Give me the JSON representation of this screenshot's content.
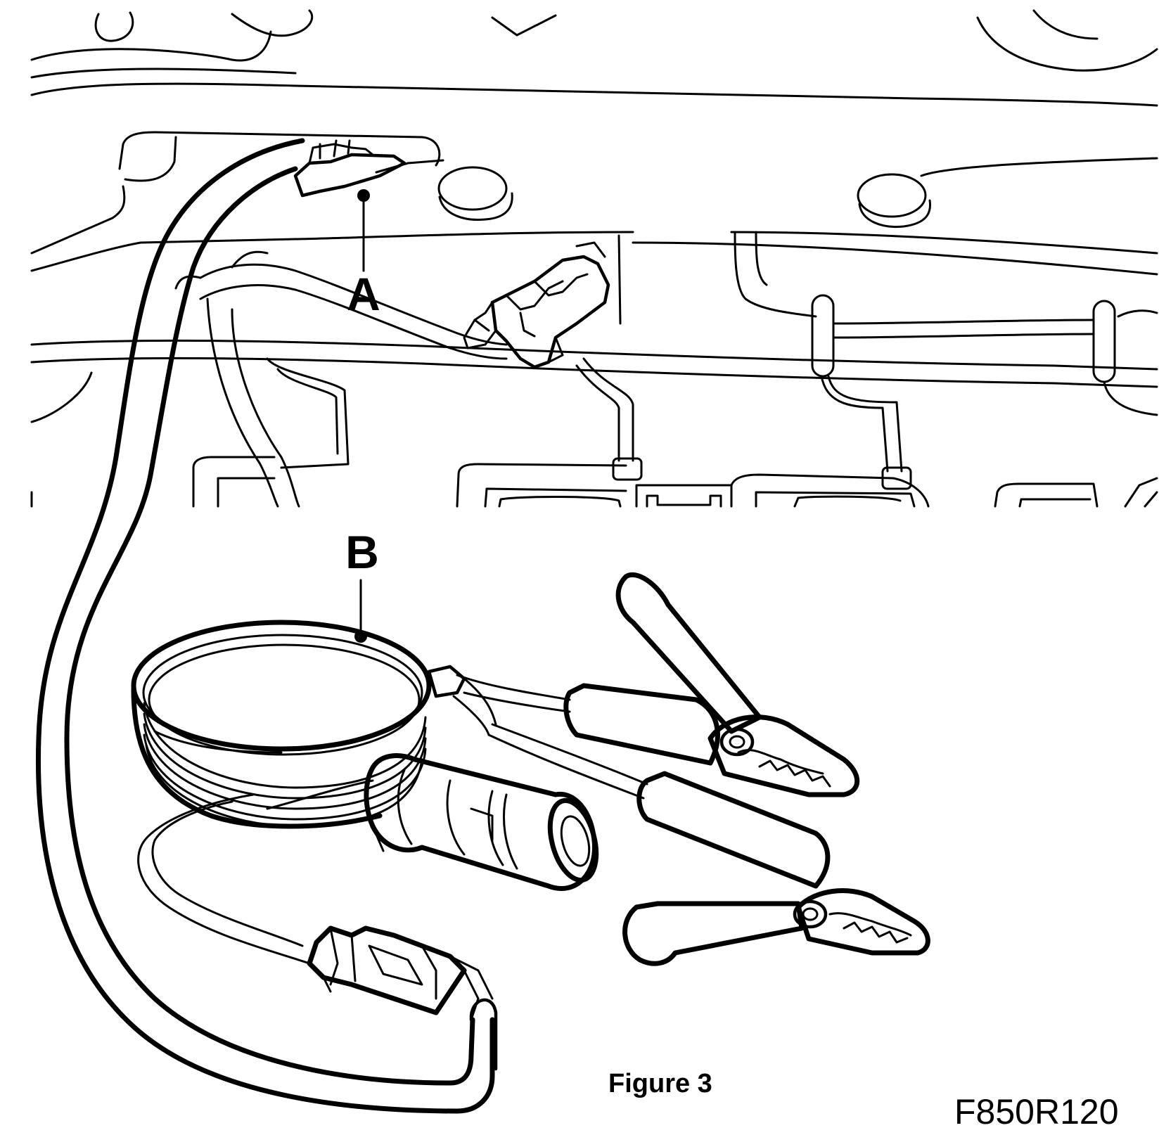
{
  "figure": {
    "caption": "Figure 3",
    "code": "F850R120"
  },
  "callouts": [
    {
      "id": "A",
      "label": "A"
    },
    {
      "id": "B",
      "label": "B"
    }
  ]
}
